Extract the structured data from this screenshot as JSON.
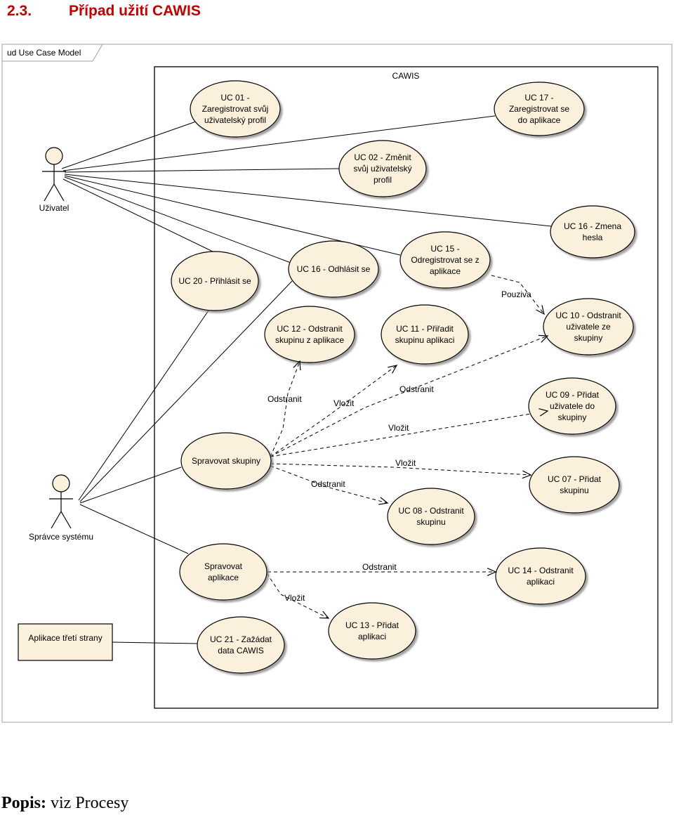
{
  "heading": {
    "number": "2.3.",
    "title": "Případ užití CAWIS"
  },
  "frame_label": "ud Use Case Model",
  "system_label": "CAWIS",
  "actors": {
    "uzivatel": "Uživatel",
    "spravce": "Správce systému",
    "aplikace": "Aplikace třetí strany"
  },
  "use_cases": {
    "uc01": [
      "UC 01 -",
      "Zaregistrovat svůj",
      "uživatelský profil"
    ],
    "uc17": [
      "UC 17 -",
      "Zaregistrovat se",
      "do aplikace"
    ],
    "uc02": [
      "UC 02 - Změnit",
      "svůj uživatelský",
      "profil"
    ],
    "uc16zmena": [
      "UC 16 - Zmena",
      "hesla"
    ],
    "uc15": [
      "UC 15 -",
      "Odregistrovat se z",
      "aplikace"
    ],
    "uc16odhlasit": [
      "UC 16 - Odhlásit se"
    ],
    "uc20": [
      "UC 20 - Přihlásit se"
    ],
    "uc12": [
      "UC 12 - Odstranit",
      "skupinu z aplikace"
    ],
    "uc11": [
      "UC 11 - Přiřadit",
      "skupinu aplikaci"
    ],
    "uc10": [
      "UC 10 - Odstranit",
      "uživatele ze",
      "skupiny"
    ],
    "uc09": [
      "UC 09 - Přidat",
      "uživatele do",
      "skupiny"
    ],
    "spravovat_skupiny": [
      "Spravovat skupiny"
    ],
    "uc07": [
      "UC 07 - Přidat",
      "skupinu"
    ],
    "uc08": [
      "UC 08 - Odstranit",
      "skupinu"
    ],
    "spravovat_aplikace": [
      "Spravovat",
      "aplikace"
    ],
    "uc14": [
      "UC 14 - Odstranit",
      "aplikaci"
    ],
    "uc13": [
      "UC 13 - Přidat",
      "aplikaci"
    ],
    "uc21": [
      "UC 21 - Zažádat",
      "data CAWIS"
    ]
  },
  "relation_labels": {
    "pouziva": "Pouziva",
    "odstranit_uc12": "Odstranit",
    "vlozit_uc11": "Vložit",
    "odstranit_uc10": "Odstranit",
    "vlozit_uc09": "Vložit",
    "vlozit_uc07": "Vložit",
    "odstranit_uc08": "Odstranit",
    "odstranit_uc14": "Odstranit",
    "vlozit_uc13": "Vložit"
  },
  "colors": {
    "usecase_fill": "#fbf0dc",
    "heading": "#c00000",
    "line": "#000000"
  },
  "caption": {
    "label": "Popis:",
    "text": " viz Procesy"
  }
}
